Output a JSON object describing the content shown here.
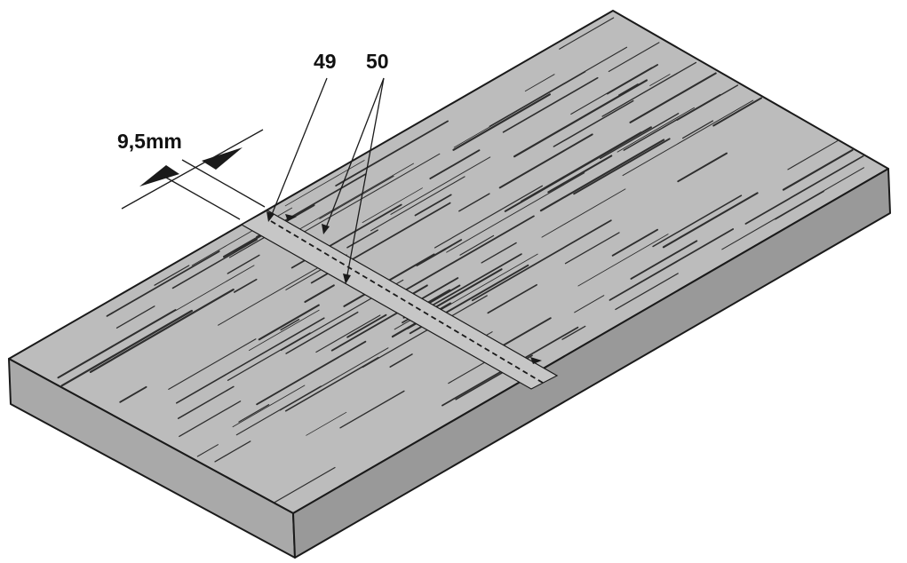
{
  "callouts": {
    "dimension": "9,5mm",
    "part_a": "49",
    "part_b": "50"
  },
  "colors": {
    "top_face": "#bcbcbc",
    "front_face": "#a9a9a9",
    "side_face": "#999999",
    "strip": "#c6c6c6",
    "outline": "#1a1a1a",
    "grain": "#2e2e2e"
  }
}
